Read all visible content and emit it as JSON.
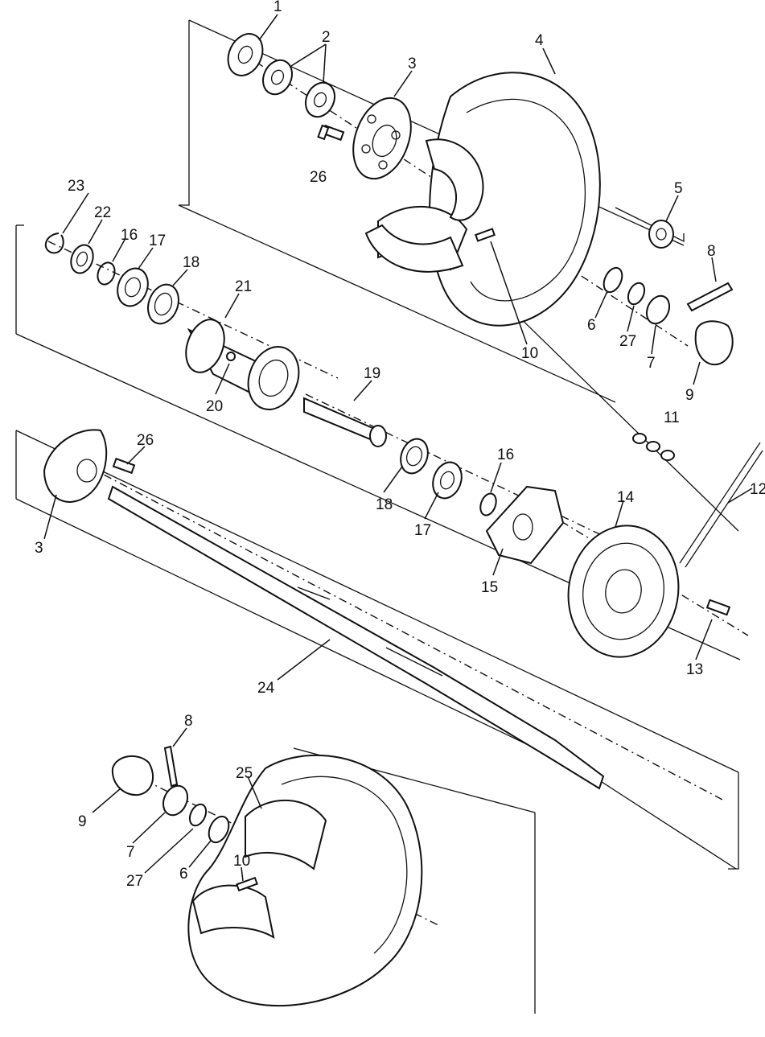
{
  "callouts": [
    {
      "id": "c1",
      "text": "1"
    },
    {
      "id": "c2",
      "text": "2"
    },
    {
      "id": "c3a",
      "text": "3"
    },
    {
      "id": "c4",
      "text": "4"
    },
    {
      "id": "c5",
      "text": "5"
    },
    {
      "id": "c6a",
      "text": "6"
    },
    {
      "id": "c7a",
      "text": "7"
    },
    {
      "id": "c8a",
      "text": "8"
    },
    {
      "id": "c9a",
      "text": "9"
    },
    {
      "id": "c10a",
      "text": "10"
    },
    {
      "id": "c11",
      "text": "11"
    },
    {
      "id": "c12",
      "text": "12"
    },
    {
      "id": "c13",
      "text": "13"
    },
    {
      "id": "c14",
      "text": "14"
    },
    {
      "id": "c15",
      "text": "15"
    },
    {
      "id": "c16a",
      "text": "16"
    },
    {
      "id": "c16b",
      "text": "16"
    },
    {
      "id": "c17a",
      "text": "17"
    },
    {
      "id": "c17b",
      "text": "17"
    },
    {
      "id": "c18a",
      "text": "18"
    },
    {
      "id": "c18b",
      "text": "18"
    },
    {
      "id": "c19",
      "text": "19"
    },
    {
      "id": "c20",
      "text": "20"
    },
    {
      "id": "c21",
      "text": "21"
    },
    {
      "id": "c22",
      "text": "22"
    },
    {
      "id": "c23",
      "text": "23"
    },
    {
      "id": "c24",
      "text": "24"
    },
    {
      "id": "c25",
      "text": "25"
    },
    {
      "id": "c26a",
      "text": "26"
    },
    {
      "id": "c26b",
      "text": "26"
    },
    {
      "id": "c3b",
      "text": "3"
    },
    {
      "id": "c8b",
      "text": "8"
    },
    {
      "id": "c9b",
      "text": "9"
    },
    {
      "id": "c7b",
      "text": "7"
    },
    {
      "id": "c27a",
      "text": "27"
    },
    {
      "id": "c27b",
      "text": "27"
    },
    {
      "id": "c6b",
      "text": "6"
    },
    {
      "id": "c10b",
      "text": "10"
    }
  ]
}
